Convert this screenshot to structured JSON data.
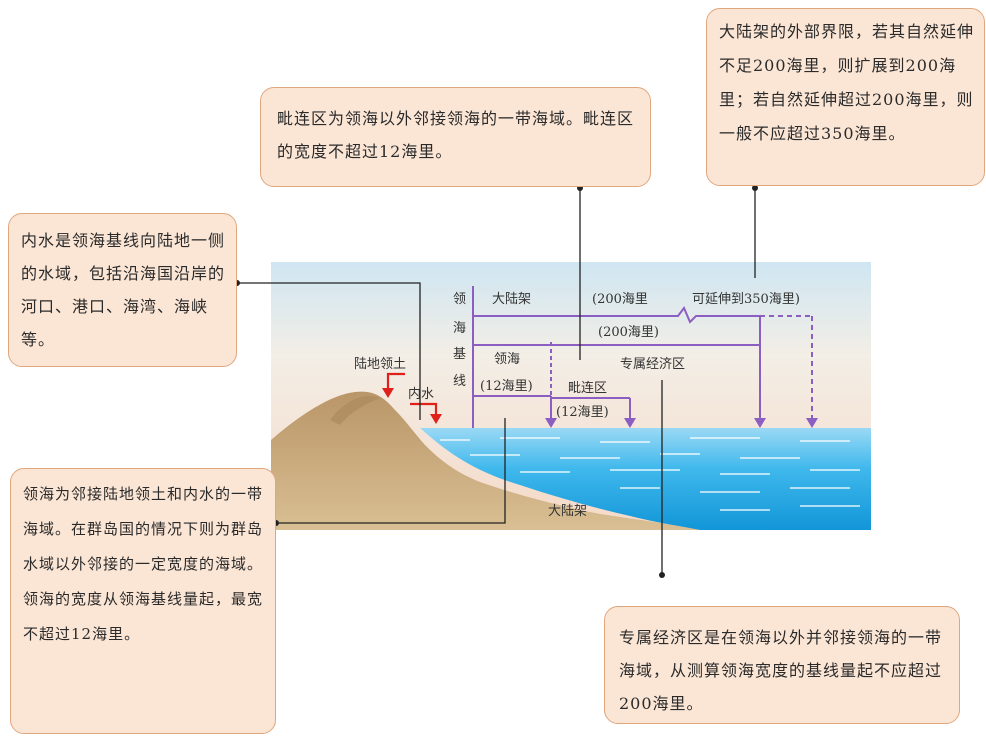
{
  "callouts": {
    "internal_waters": "内水是领海基线向陆地一侧的水域，包括沿海国沿岸的河口、港口、海湾、海峡等。",
    "contiguous_zone": "毗连区为领海以外邻接领海的一带海域。毗连区的宽度不超过12海里。",
    "continental_shelf": "大陆架的外部界限，若其自然延伸不足200海里，则扩展到200海里；若自然延伸超过200海里，则一般不应超过350海里。",
    "territorial_sea": "领海为邻接陆地领土和内水的一带海域。在群岛国的情况下则为群岛水域以外邻接的一定宽度的海域。领海的宽度从领海基线量起，最宽不超过12海里。",
    "eez": "专属经济区是在领海以外并邻接领海的一带海域，从测算领海宽度的基线量起不应超过200海里。"
  },
  "diagram": {
    "baseline_label": [
      "领",
      "海",
      "基",
      "线"
    ],
    "continental_shelf_label": "大陆架",
    "shelf_200": "(200海里",
    "shelf_extend": "可延伸到350海里)",
    "eez_200": "(200海里)",
    "territorial_sea": "领海",
    "territorial_12": "(12海里)",
    "eez_label": "专属经济区",
    "contiguous_label": "毗连区",
    "contiguous_12": "(12海里)",
    "land_territory": "陆地领土",
    "internal_waters": "内水",
    "seabed_shelf": "大陆架"
  },
  "colors": {
    "callout_bg": "#fbe6d6",
    "callout_border": "#e0a77f",
    "bracket_purple": "#8c5ec2",
    "arrow_red": "#e0201a",
    "sea_blue": "#1aa8e6",
    "land_tan": "#c8a77a"
  }
}
